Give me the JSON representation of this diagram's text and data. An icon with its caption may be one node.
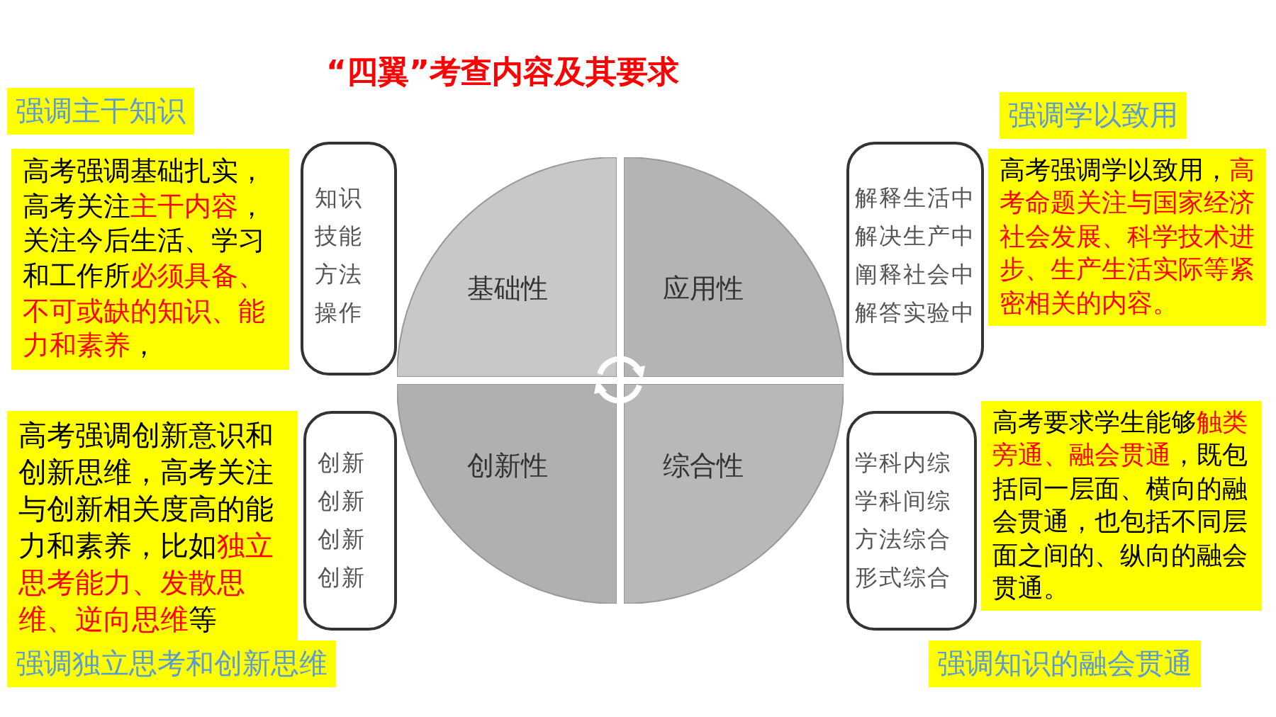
{
  "diagram": {
    "title": "“四翼”考查内容及其要求",
    "nodes": [
      {
        "text": [
          "强调主干知识"
        ]
      },
      {
        "text": [
          "强调学以致用"
        ]
      },
      {
        "text": [
          "高考强调基础扎实，高考关注**主干内容**，关注今后生活、学习和工作所**必须具备、不可或缺的知识、能力和素养**，"
        ]
      },
      {
        "text": [
          "知识",
          "技能",
          "方法",
          "操作"
        ]
      },
      {
        "text": [
          "基础性"
        ]
      },
      {
        "text": [
          "应用性"
        ]
      },
      {
        "text": [
          "解释生活中",
          "解决生产中",
          "阐释社会中",
          "解答实验中"
        ]
      },
      {
        "text": [
          "高考强调学以致用，**高考命题关注与国家经济社会发展、科学技术进步、生产生活实际等紧密相关的内容。**"
        ]
      },
      {
        "text": [
          "高考强调创新意识和创新思维，高考关注与创新相关度高的能力和素养，比如**独立思考能力、发散思维、逆向思维**等"
        ]
      },
      {
        "text": [
          "创新",
          "创新",
          "创新",
          "创新"
        ]
      },
      {
        "text": [
          "创新性"
        ]
      },
      {
        "text": [
          "综合性"
        ]
      },
      {
        "text": [
          "学科内综",
          "学科间综",
          "方法综合",
          "形式综合"
        ]
      },
      {
        "text": [
          "高考要求学生能够**触类旁通、融会贯通**，既包括同一层面、横向的融会贯通，也包括不同层面之间的、纵向的融会贯通。"
        ]
      },
      {
        "text": [
          "强调独立思考和创新思维"
        ]
      },
      {
        "text": [
          "强调知识的融会贯通"
        ]
      }
    ]
  }
}
